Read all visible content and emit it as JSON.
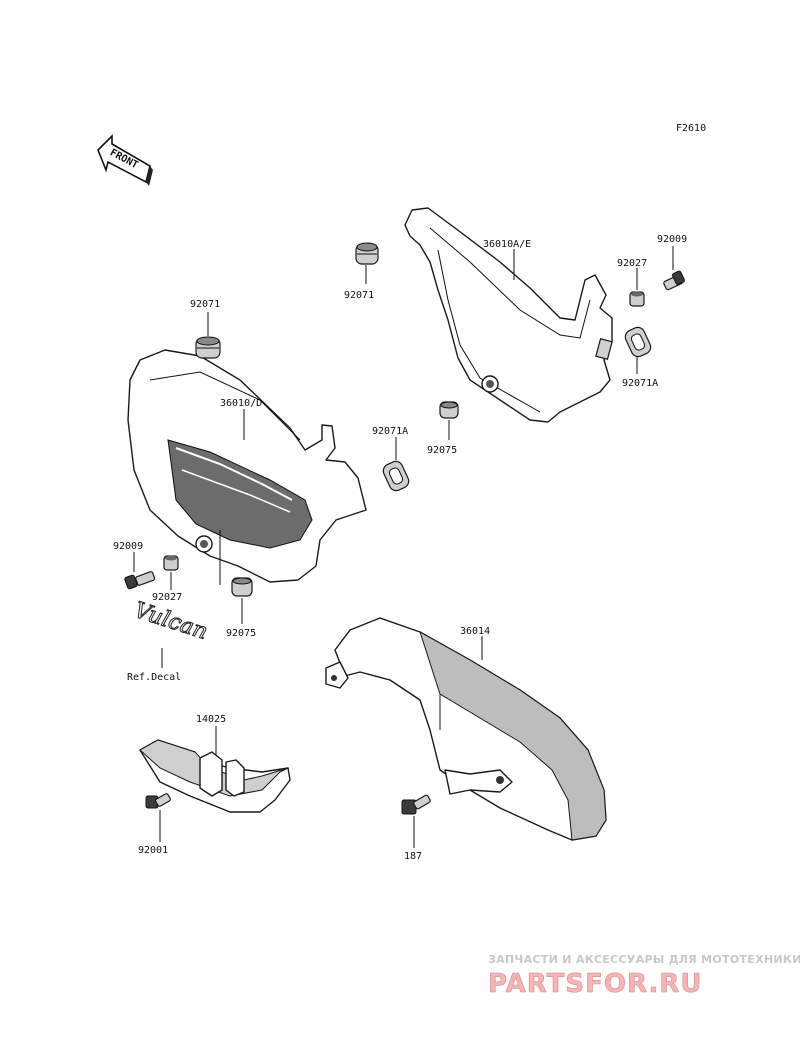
{
  "figure_code": "F2610",
  "front_label": "FRONT",
  "parts": {
    "p_92071_center": "92071",
    "p_92071_left": "92071",
    "p_36010A_E": "36010A/E",
    "p_92009_right": "92009",
    "p_92027_right": "92027",
    "p_92071A_right": "92071A",
    "p_36010_D": "36010/D",
    "p_92071A_mid": "92071A",
    "p_92075_mid": "92075",
    "p_92009_left": "92009",
    "p_92027_left": "92027",
    "p_92075_left": "92075",
    "ref_decal": "Ref.Decal",
    "p_36014": "36014",
    "p_14025": "14025",
    "p_92001": "92001",
    "p_187": "187"
  },
  "decal_text": "Vulcan",
  "watermark": {
    "tagline": "ЗАПЧАСТИ И АКСЕССУАРЫ ДЛЯ МОТОТЕХНИКИ",
    "logo": "PARTSFOR.RU"
  }
}
